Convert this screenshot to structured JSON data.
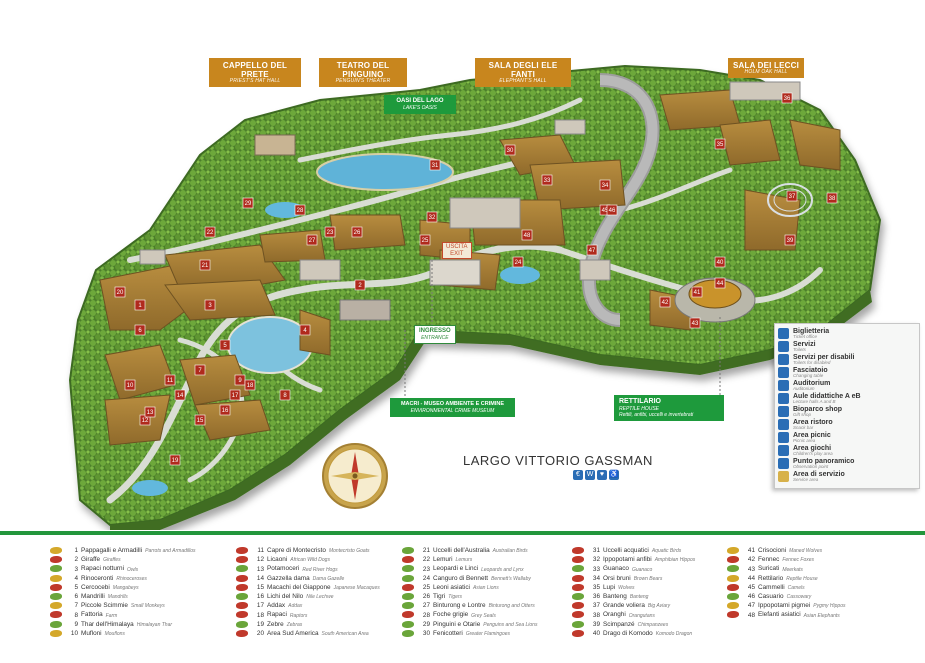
{
  "colors": {
    "brand_orange": "#c8861e",
    "brand_green": "#1e9a3c",
    "legend_green_line": "#23963c",
    "service_blue": "#2a6db5",
    "marker_red": "#b02a1d"
  },
  "areas": {
    "cappello": {
      "title": "CAPPELLO DEL PRETE",
      "sub": "PRIEST'S HAT HALL"
    },
    "teatro": {
      "title": "TEATRO DEL PINGUINO",
      "sub": "PENGUIN'S THEATER"
    },
    "sala_elefanti": {
      "title": "SALA DEGLI ELE   FANTI",
      "sub": "ELEPHANT'S HALL"
    },
    "sala_lecci": {
      "title": "SALA DEI LECCI",
      "sub": "HOLM OAK HALL"
    },
    "oasi": {
      "title": "OASI DEL LAGO",
      "sub": "LAKE'S OASIS"
    },
    "uscita": {
      "title": "USCITA",
      "sub": "EXIT"
    },
    "ingresso": {
      "title": "INGRESSO",
      "sub": "ENTRANCE"
    },
    "macri": {
      "title": "MACRI - MUSEO AMBIENTE E CRIMINE",
      "sub": "ENVIRONMENTAL CRIME MUSEUM"
    },
    "rettilario": {
      "title": "RETTILARIO",
      "sub": "REPTILE HOUSE",
      "detail": "Rettili, anfibi, uccelli e invertebrati"
    },
    "gassman": "LARGO VITTORIO GASSMAN"
  },
  "side_legend": [
    {
      "icon": "ticket-icon",
      "label": "Biglietteria",
      "sub": "Ticket office"
    },
    {
      "icon": "toilet-icon",
      "label": "Servizi",
      "sub": "Toilets"
    },
    {
      "icon": "wheelchair-icon",
      "label": "Servizi per disabili",
      "sub": "Toilets for disabled"
    },
    {
      "icon": "baby-change-icon",
      "label": "Fasciatoio",
      "sub": "Changing table"
    },
    {
      "icon": "auditorium-icon",
      "label": "Auditorium",
      "sub": "Auditorium"
    },
    {
      "icon": "classroom-icon",
      "label": "Aule didattiche A    eB",
      "sub": "Lecture halls A and B"
    },
    {
      "icon": "shop-icon",
      "label": "Bioparco shop",
      "sub": "Gift shop"
    },
    {
      "icon": "snack-icon",
      "label": "Area ristoro",
      "sub": "Snack bar"
    },
    {
      "icon": "picnic-icon",
      "label": "Area picnic",
      "sub": "Picnic area"
    },
    {
      "icon": "play-icon",
      "label": "Area giochi",
      "sub": "Children's play area"
    },
    {
      "icon": "view-icon",
      "label": "Punto panoramico",
      "sub": "Observation point"
    },
    {
      "icon": "service-area-icon",
      "label": "Area di servizio",
      "sub": "Service area"
    }
  ],
  "legend_columns": [
    [
      {
        "n": "1",
        "it": "Pappagalli e Armadilli",
        "en": "Parrots and Armadillos"
      },
      {
        "n": "2",
        "it": "Giraffe",
        "en": "Giraffes"
      },
      {
        "n": "3",
        "it": "Rapaci notturni",
        "en": "Owls"
      },
      {
        "n": "4",
        "it": "Rinoceronti",
        "en": "Rhinoceroses"
      },
      {
        "n": "5",
        "it": "Cercocebi",
        "en": "Mangabeys"
      },
      {
        "n": "6",
        "it": "Mandrilli",
        "en": "Mandrills"
      },
      {
        "n": "7",
        "it": "Piccole Scimmie",
        "en": "Small Monkeys"
      },
      {
        "n": "8",
        "it": "Fattoria",
        "en": "Farm"
      },
      {
        "n": "9",
        "it": "Thar dell'Himalaya",
        "en": "Himalayan Thar"
      },
      {
        "n": "10",
        "it": "Mufloni",
        "en": "Mouflons"
      }
    ],
    [
      {
        "n": "11",
        "it": "Capre di Montecristo",
        "en": "Montecristo Goats"
      },
      {
        "n": "12",
        "it": "Licaoni",
        "en": "African Wild Dogs"
      },
      {
        "n": "13",
        "it": "Potamoceri",
        "en": "Red River Hogs"
      },
      {
        "n": "14",
        "it": "Gazzella dama",
        "en": "Dama Gazelle"
      },
      {
        "n": "15",
        "it": "Macachi del Giappone",
        "en": "Japanese Macaques"
      },
      {
        "n": "16",
        "it": "Lichi del Nilo",
        "en": "Nile Lechwe"
      },
      {
        "n": "17",
        "it": "Addax",
        "en": "Addax"
      },
      {
        "n": "18",
        "it": "Rapaci",
        "en": "Raptors"
      },
      {
        "n": "19",
        "it": "Zebre",
        "en": "Zebras"
      },
      {
        "n": "20",
        "it": "Area Sud America",
        "en": "South American Area"
      }
    ],
    [
      {
        "n": "21",
        "it": "Uccelli dell'Australia",
        "en": "Australian Birds"
      },
      {
        "n": "22",
        "it": "Lemuri",
        "en": "Lemurs"
      },
      {
        "n": "23",
        "it": "Leopardi e Linci",
        "en": "Leopards and Lynx"
      },
      {
        "n": "24",
        "it": "Canguro di Bennett",
        "en": "Bennett's Wallaby"
      },
      {
        "n": "25",
        "it": "Leoni asiatici",
        "en": "Asian Lions"
      },
      {
        "n": "26",
        "it": "Tigri",
        "en": "Tigers"
      },
      {
        "n": "27",
        "it": "Binturong e Lontre",
        "en": "Binturong and Otters"
      },
      {
        "n": "28",
        "it": "Foche grigie",
        "en": "Grey Seals"
      },
      {
        "n": "29",
        "it": "Pinguini e Otarie",
        "en": "Penguins and Sea Lions"
      },
      {
        "n": "30",
        "it": "Fenicotteri",
        "en": "Greater Flamingoes"
      }
    ],
    [
      {
        "n": "31",
        "it": "Uccelli acquatici",
        "en": "Aquatic Birds"
      },
      {
        "n": "32",
        "it": "Ippopotami anfibi",
        "en": "Amphibian Hippos"
      },
      {
        "n": "33",
        "it": "Guanaco",
        "en": "Guanaco"
      },
      {
        "n": "34",
        "it": "Orsi bruni",
        "en": "Brown Bears"
      },
      {
        "n": "35",
        "it": "Lupi",
        "en": "Wolves"
      },
      {
        "n": "36",
        "it": "Banteng",
        "en": "Banteng"
      },
      {
        "n": "37",
        "it": "Grande voliera",
        "en": "Big Aviary"
      },
      {
        "n": "38",
        "it": "Oranghi",
        "en": "Orangutans"
      },
      {
        "n": "39",
        "it": "Scimpanzé",
        "en": "Chimpanzees"
      },
      {
        "n": "40",
        "it": "Drago di Komodo",
        "en": "Komodo Dragon"
      }
    ],
    [
      {
        "n": "41",
        "it": "Crisocioni",
        "en": "Maned Wolves"
      },
      {
        "n": "42",
        "it": "Fennec",
        "en": "Fennec Foxes"
      },
      {
        "n": "43",
        "it": "Suricati",
        "en": "Meerkats"
      },
      {
        "n": "44",
        "it": "Rettilario",
        "en": "Reptile House"
      },
      {
        "n": "45",
        "it": "Cammelli",
        "en": "Camels"
      },
      {
        "n": "46",
        "it": "Casuario",
        "en": "Cassowary"
      },
      {
        "n": "47",
        "it": "Ippopotami pigmei",
        "en": "Pygmy Hippos"
      },
      {
        "n": "48",
        "it": "Elefanti asiatici",
        "en": "Asian Elephants"
      }
    ]
  ]
}
